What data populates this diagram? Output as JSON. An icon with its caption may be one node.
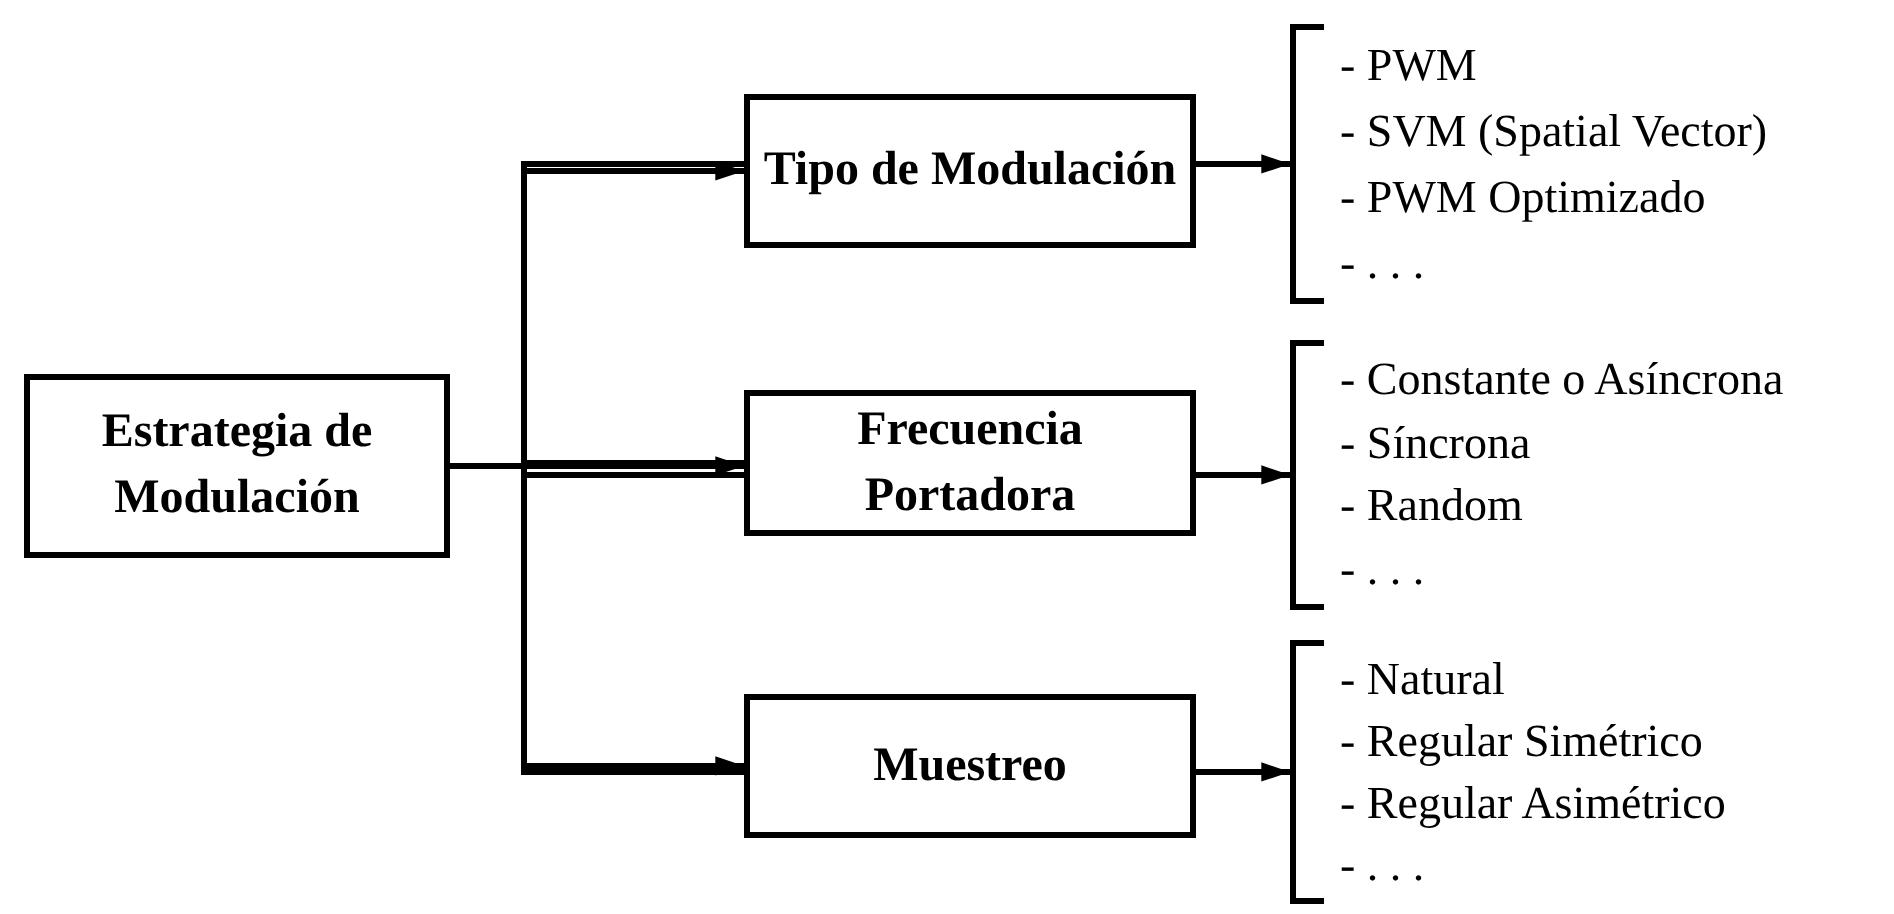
{
  "diagram": {
    "nodes": [
      {
        "text": [
          "Estrategia de Modulación"
        ]
      },
      {
        "text": [
          "Tipo de Modulación"
        ]
      },
      {
        "text": [
          "Frecuencia Portadora"
        ]
      },
      {
        "text": [
          "Muestreo"
        ]
      },
      {
        "text": [
          "- PWM",
          "- SVM (Spatial Vector)",
          "- PWM Optimizado",
          "- . . ."
        ]
      },
      {
        "text": [
          "- Constante o Asíncrona",
          "- Síncrona",
          "- Random",
          "- . . ."
        ]
      },
      {
        "text": [
          "- Natural",
          "- Regular Simétrico",
          "- Regular Asimétrico",
          "- . . ."
        ]
      }
    ],
    "edges": [
      {
        "from": 0,
        "to": 1,
        "arrow": "to"
      },
      {
        "from": 0,
        "to": 2,
        "arrow": "to"
      },
      {
        "from": 0,
        "to": 3,
        "arrow": "to"
      },
      {
        "from": 1,
        "to": 4,
        "arrow": "to"
      },
      {
        "from": 2,
        "to": 5,
        "arrow": "to"
      },
      {
        "from": 3,
        "to": 6,
        "arrow": "to"
      }
    ]
  }
}
